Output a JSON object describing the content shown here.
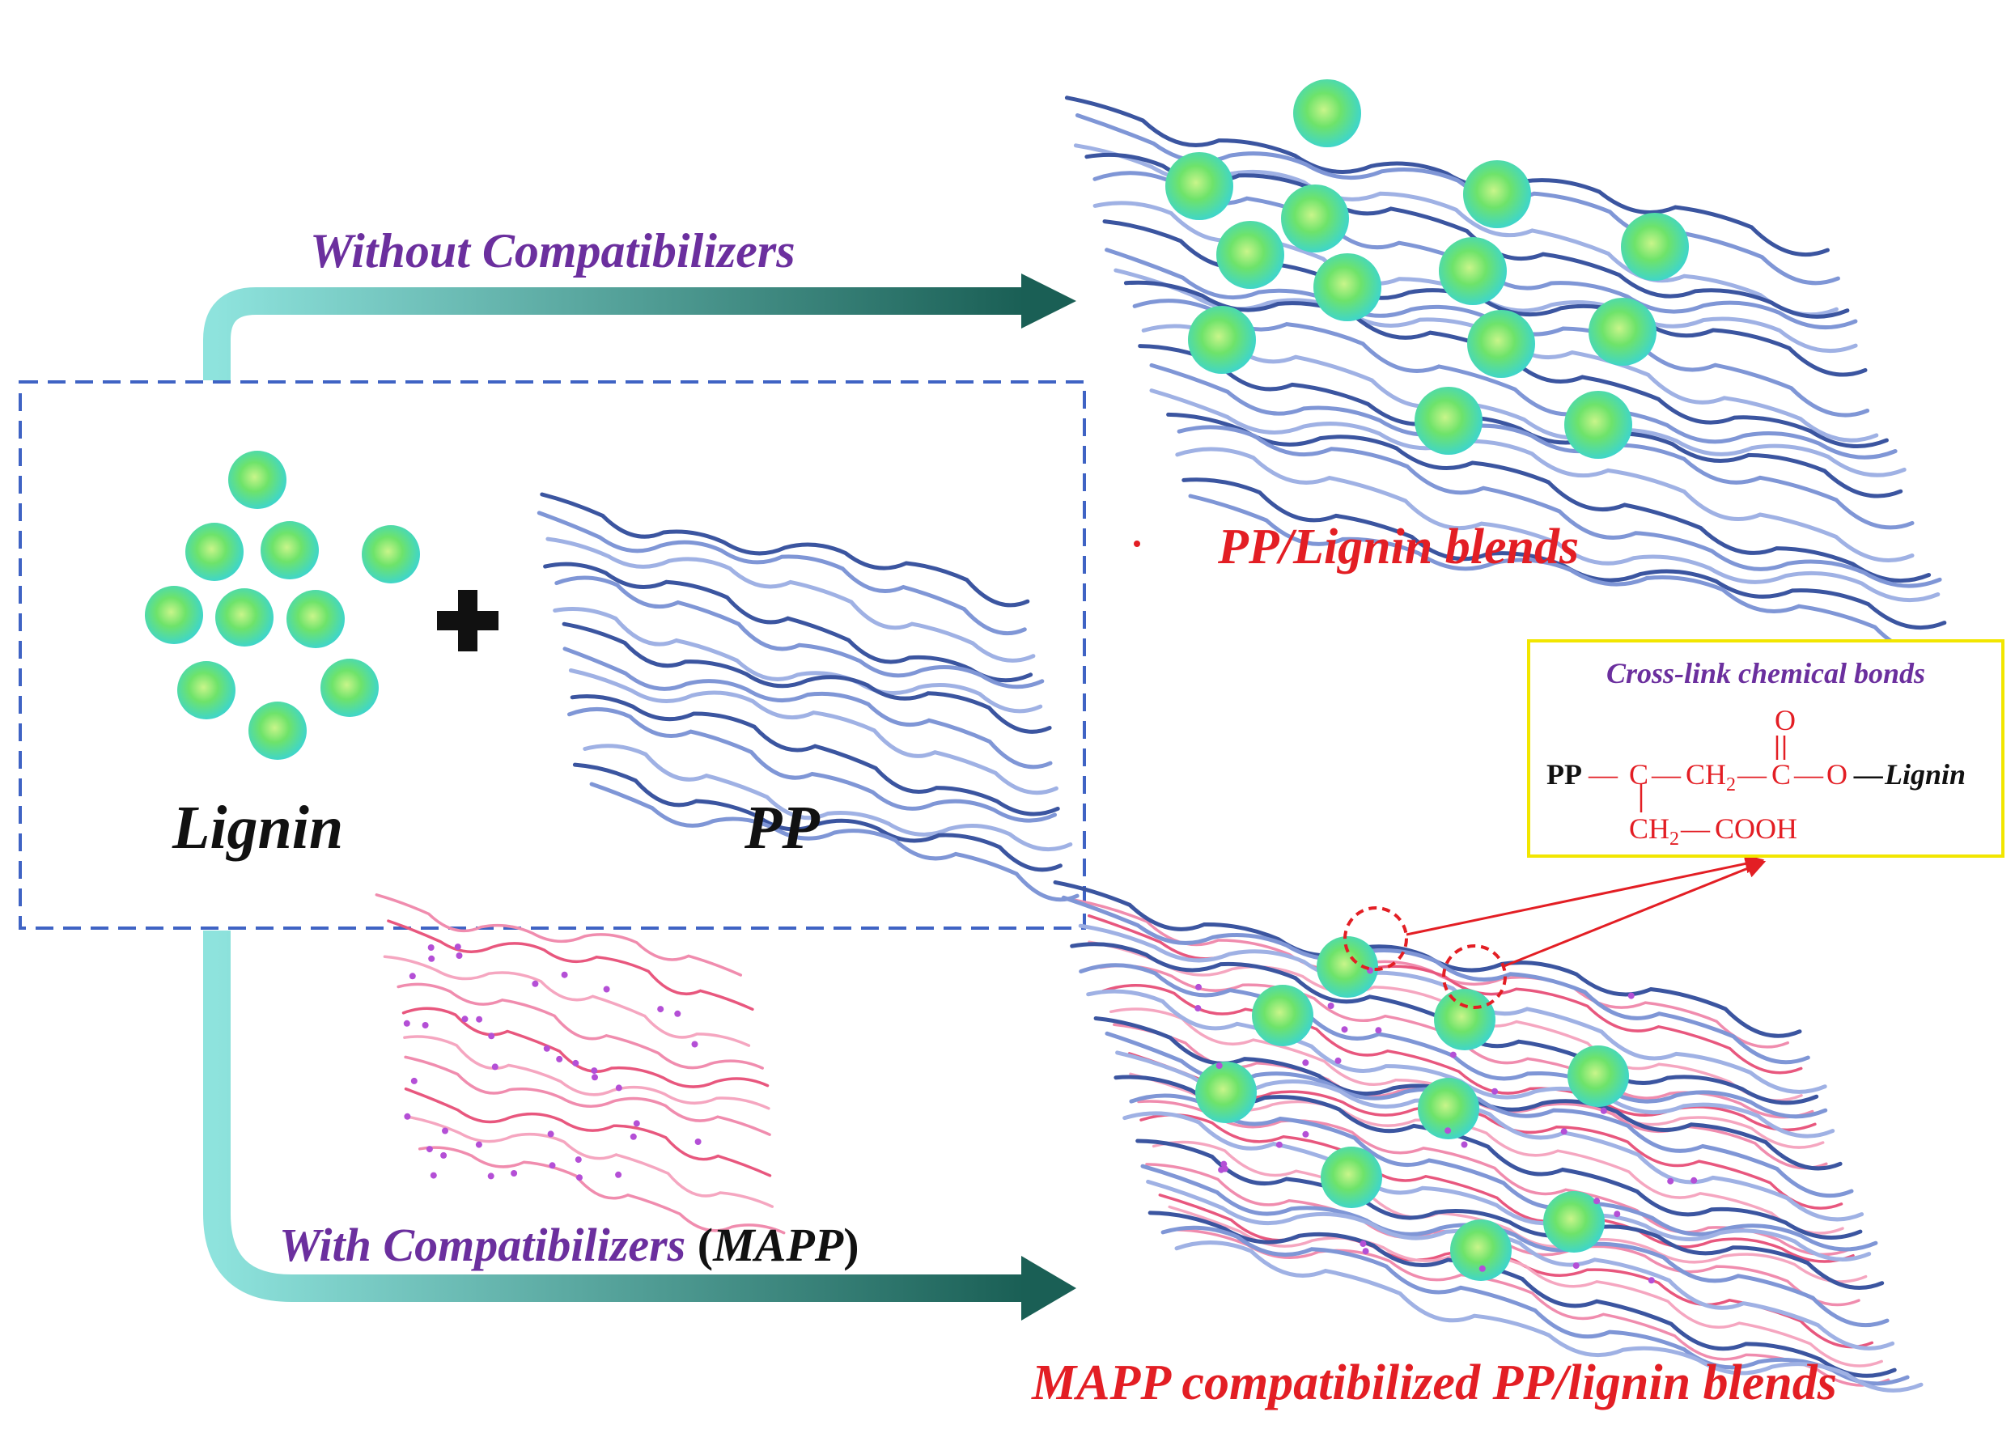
{
  "labels": {
    "without": "Without Compatibilizers",
    "with_main": "With Compatibilizers",
    "with_paren_open": "(",
    "with_mapp": "MAPP",
    "with_paren_close": ")",
    "lignin": "Lignin",
    "pp": "PP",
    "blend1": "PP/Lignin blends",
    "blend2": "MAPP compatibilized PP/lignin blends"
  },
  "chem": {
    "title": "Cross-link chemical bonds",
    "pp": "PP",
    "bond": "—",
    "c1": "C",
    "ch2a": "CH",
    "ch2a_sub": "2",
    "c2": "C",
    "oxygen_top": "O",
    "oxygen": "O",
    "lignin": "Lignin",
    "ch2b": "CH",
    "ch2b_sub": "2",
    "cooh": "COOH"
  },
  "colors": {
    "purple_text": "#6b2f9e",
    "red_text": "#e31e24",
    "arrow_light": "#8ee3dd",
    "arrow_dark": "#1a5f55",
    "chain_blue": "#7f96d6",
    "chain_dark": "#3b55a0",
    "chain_pink": "#f08cae",
    "sphere_green": "#6ee36a",
    "box_dash": "#3f63c4",
    "chem_box": "#f2e600"
  }
}
